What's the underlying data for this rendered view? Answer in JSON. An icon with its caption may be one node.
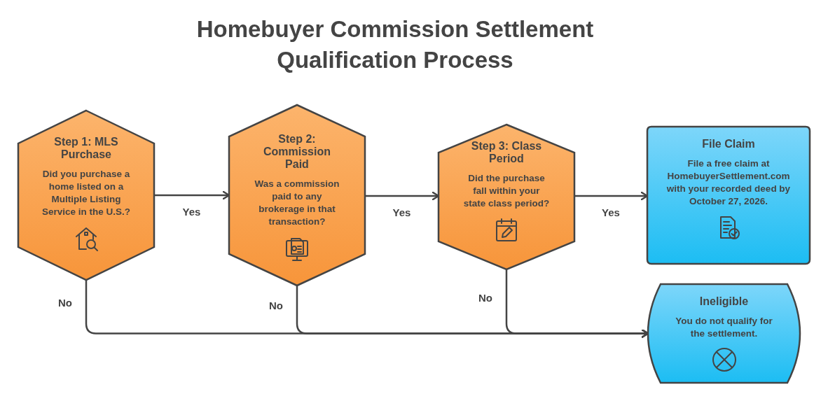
{
  "diagram": {
    "title": "Homebuyer Commission Settlement Qualification Process",
    "nodes": [
      {
        "text": [
          "Step 1: MLS Purchase",
          "Did you purchase a home listed on a Multiple Listing Service in the U.S.?"
        ]
      },
      {
        "text": [
          "Step 2: Commission Paid",
          "Was a commission paid to any brokerage in that transaction?"
        ]
      },
      {
        "text": [
          "Step 3: Class Period",
          "Did the purchase fall within your state class period?"
        ]
      },
      {
        "text": [
          "File Claim",
          "File a free claim at HomebuyerSettlement.com with your recorded deed by October 27, 2026."
        ]
      },
      {
        "text": [
          "Ineligible",
          "You do not qualify for the settlement."
        ]
      }
    ],
    "edges": [
      {
        "from": 0,
        "to": 1,
        "arrow": "to",
        "label": "Yes"
      },
      {
        "from": 1,
        "to": 2,
        "arrow": "to",
        "label": "Yes"
      },
      {
        "from": 2,
        "to": 3,
        "arrow": "to",
        "label": "Yes"
      },
      {
        "from": 0,
        "to": 4,
        "arrow": "to",
        "label": "No"
      },
      {
        "from": 1,
        "to": 4,
        "arrow": "to",
        "label": "No"
      },
      {
        "from": 2,
        "to": 4,
        "arrow": "to",
        "label": "No"
      }
    ]
  }
}
